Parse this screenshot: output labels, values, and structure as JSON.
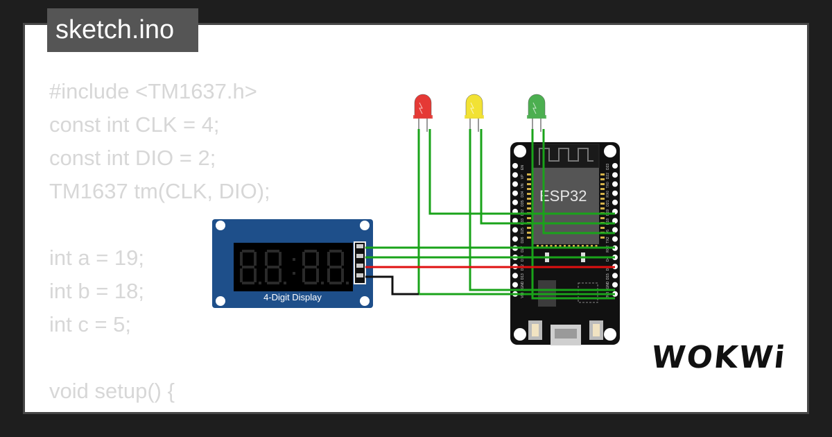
{
  "header": {
    "filename": "sketch.ino"
  },
  "code_lines": [
    "#include <TM1637.h>",
    "const int CLK = 4;",
    "const int DIO = 2;",
    "TM1637 tm(CLK, DIO);",
    "",
    "int a = 19;",
    "int b = 18;",
    "int c = 5;",
    "",
    "void setup() {"
  ],
  "display_module": {
    "label": "4-Digit Display",
    "color": "#1e4f8a"
  },
  "esp32": {
    "label": "ESP32",
    "left_pins": [
      "EN",
      "VP",
      "VN",
      "D34",
      "D35",
      "D32",
      "D33",
      "D25",
      "D26",
      "D27",
      "D14",
      "D12",
      "D13",
      "GND",
      "VIN"
    ],
    "right_pins": [
      "D23",
      "D22",
      "TX0",
      "RX0",
      "D21",
      "D19",
      "D18",
      "D5",
      "TX2",
      "RX2",
      "D4",
      "D2",
      "D15",
      "GND",
      "3V3"
    ]
  },
  "leds": [
    {
      "name": "red",
      "color": "#e53935"
    },
    {
      "name": "yellow",
      "color": "#f2e234"
    },
    {
      "name": "green",
      "color": "#4caf50"
    }
  ],
  "wire_colors": {
    "green": "#1aa31a",
    "red": "#e01010",
    "black": "#111111"
  },
  "brand": {
    "logo": "WOKWi"
  }
}
